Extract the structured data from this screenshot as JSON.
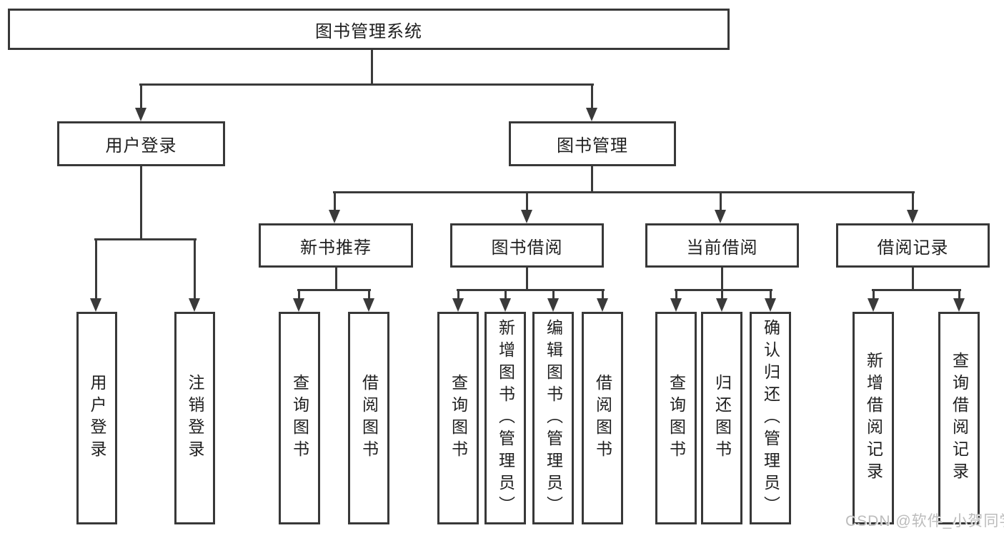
{
  "diagram": {
    "nodes": {
      "root": "图书管理系统",
      "userLogin": "用户登录",
      "bookMgmt": "图书管理",
      "newBooks": "新书推荐",
      "bookBorrow": "图书借阅",
      "currentBorrow": "当前借阅",
      "borrowRecords": "借阅记录",
      "leafUserLogin": "用户登录",
      "leafLogoutLogin": "注销登录",
      "leafNewBooksQuery": "查询图书",
      "leafNewBooksBorrow": "借阅图书",
      "leafBorrowQuery": "查询图书",
      "leafBorrowAdd": "新增图书（管理员）",
      "leafBorrowEdit": "编辑图书（管理员）",
      "leafBorrowBorrow": "借阅图书",
      "leafCurrentQuery": "查询图书",
      "leafCurrentReturn": "归还图书",
      "leafCurrentConfirm": "确认归还（管理员）",
      "leafRecordsAdd": "新增借阅记录",
      "leafRecordsQuery": "查询借阅记录"
    },
    "watermark": "CSDN @软件_小贺同学",
    "colors": {
      "line": "#3a3a3a",
      "border": "#383838",
      "text": "#1f1f1f",
      "background": "#ffffff",
      "watermark": "#bcbcbc"
    }
  }
}
